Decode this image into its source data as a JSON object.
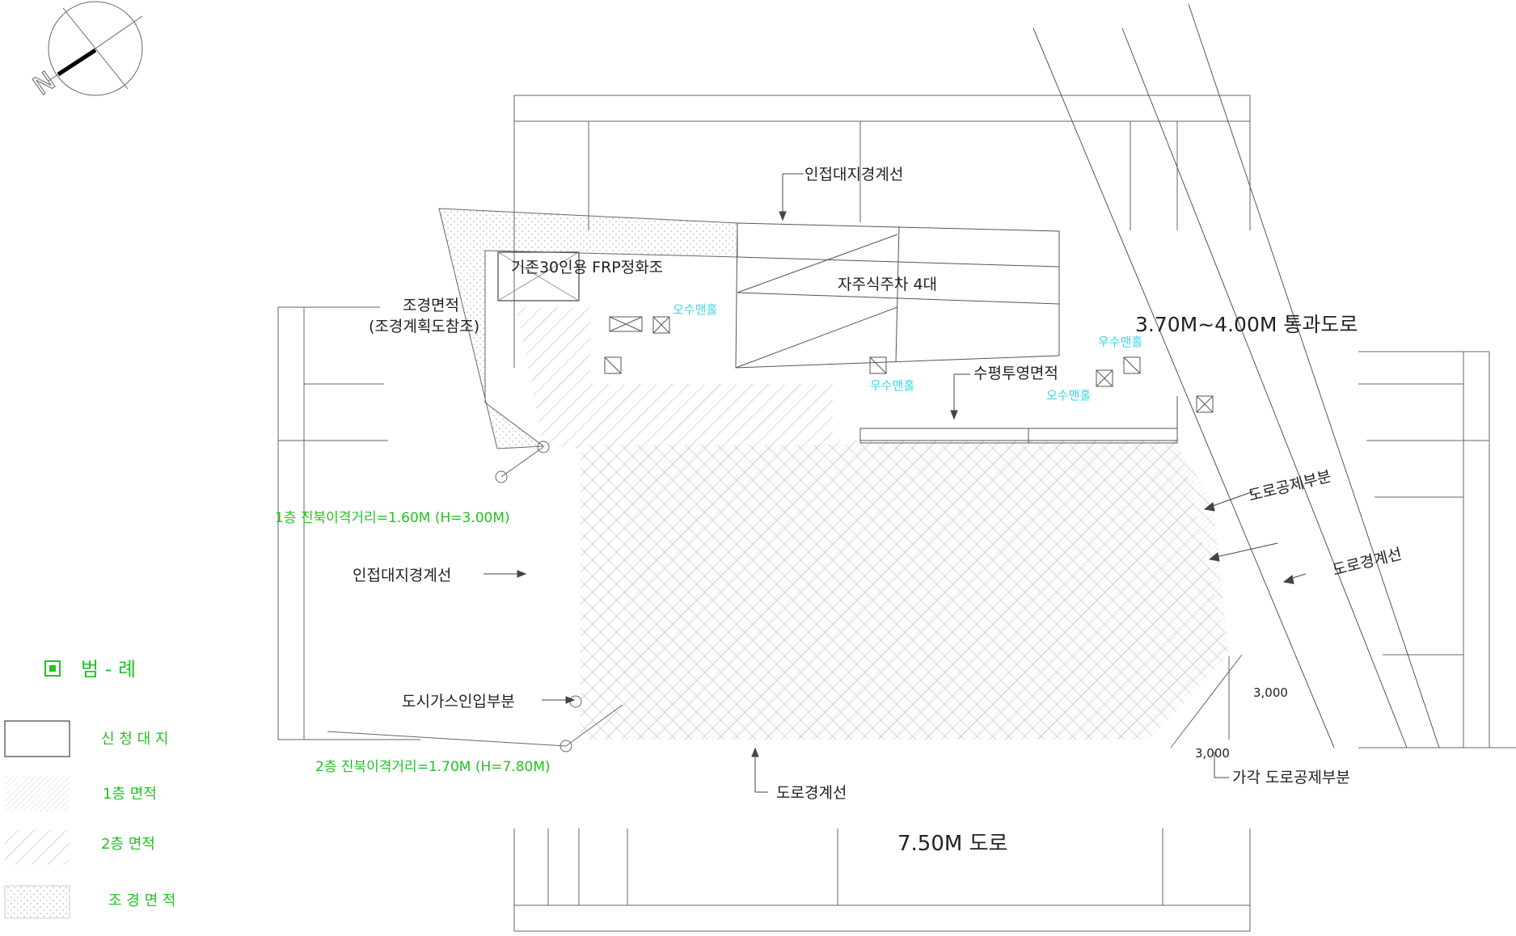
{
  "labels": {
    "adjacent_boundary_top": "인접대지경계선",
    "frp_tank": "기존30인용 FRP정화조",
    "parking": "자주식주차 4대",
    "landscape_area_line1": "조경면적",
    "landscape_area_line2": "(조경계획도참조)",
    "through_road": "3.70M~4.00M 통과도로",
    "horizontal_projection": "수평투영면적",
    "road_deduction": "도로공제부분",
    "road_boundary_right": "도로경계선",
    "setback_1f": "1층 진북이격거리=1.60M (H=3.00M)",
    "adjacent_boundary_left": "인접대지경계선",
    "city_gas": "도시가스인입부분",
    "setback_2f": "2층 진북이격거리=1.70M (H=7.80M)",
    "road_boundary_bottom": "도로경계선",
    "corner_deduction": "가각 도로공제부분",
    "dim_3000_a": "3,000",
    "dim_3000_b": "3,000",
    "road_750": "7.50M 도로",
    "rain_manhole_1": "오수맨홀",
    "rain_manhole_2": "우수맨홀",
    "rain_manhole_3": "우수맨홀",
    "rain_manhole_4": "오수맨홀"
  },
  "legend": {
    "title": "범 - 례",
    "items": [
      {
        "label": "신 청 대 지"
      },
      {
        "label": "1층  면적"
      },
      {
        "label": "2층  면적"
      },
      {
        "label": "조 경 면 적"
      }
    ]
  },
  "colors": {
    "green": "#22c322",
    "cyan": "#3ad6e6",
    "line": "#555555"
  },
  "icons": {
    "north_arrow": "north-arrow-icon",
    "manhole": "manhole-icon"
  }
}
